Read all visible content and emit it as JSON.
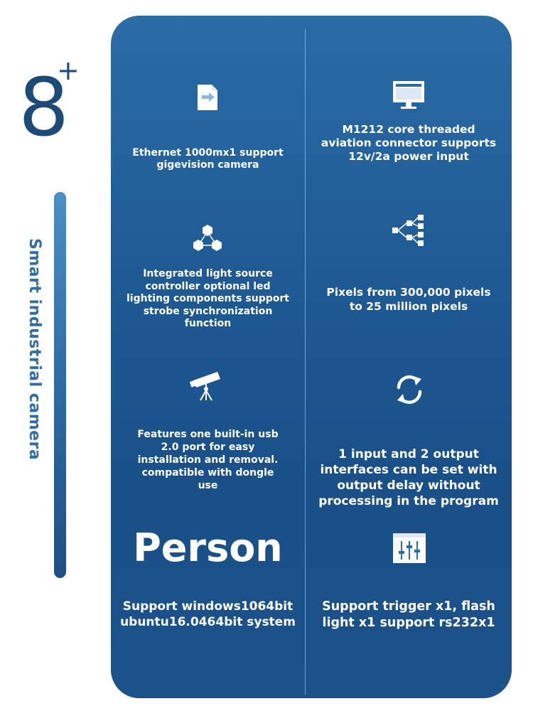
{
  "hero": {
    "number": "8",
    "plus": "+"
  },
  "side_title": "Smart industrial camera",
  "features": {
    "ethernet": "Ethernet 1000mx1 support\ngigevision camera",
    "core": "M1212 core threaded\naviation connector supports\n12v/2a power input",
    "light": "Integrated light source\ncontroller optional led\nlighting components support\nstrobe synchronization\nfunction",
    "pixels": "Pixels from 300,000 pixels\nto 25 million pixels",
    "usb": "Features one built-in usb\n2.0 port for easy\ninstallation and removal.\ncompatible with dongle\nuse",
    "io": "1 input and 2 output\ninterfaces can be set with\noutput delay without\nprocessing in the program",
    "person": "Person",
    "system": "Support windows1064bit\nubuntu16.0464bit system",
    "trigger": "Support trigger x1, flash\nlight x1 support rs232x1"
  },
  "icons": {
    "ethernet": "document-arrow-icon",
    "core": "monitor-icon",
    "light": "cubes-network-icon",
    "pixels": "hierarchy-icon",
    "usb": "telescope-icon",
    "io": "refresh-icon",
    "trigger": "sliders-window-icon"
  },
  "colors": {
    "accent": "#1e4a78",
    "title": "#2f6fa6",
    "panel": "#1f5a94",
    "text": "#ffffff"
  }
}
